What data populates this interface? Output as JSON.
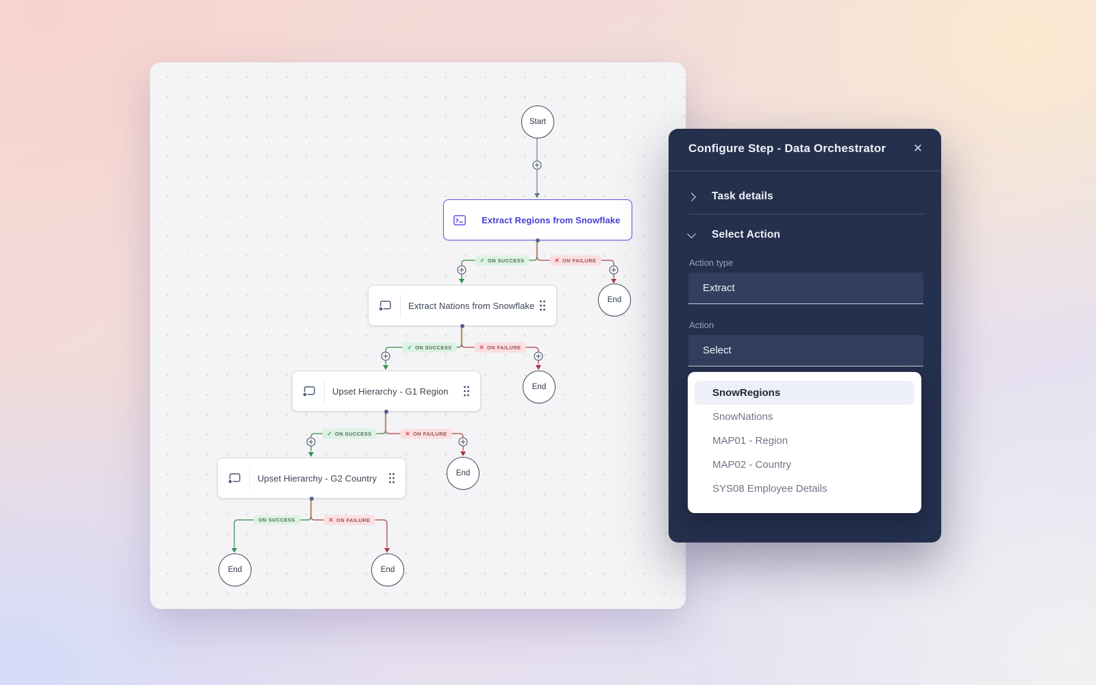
{
  "panel": {
    "title": "Configure Step - Data Orchestrator",
    "close_glyph": "✕",
    "sections": [
      {
        "label": "Task details",
        "state": "collapsed"
      },
      {
        "label": "Select Action",
        "state": "expanded"
      }
    ],
    "fields": [
      {
        "label": "Action type",
        "value": "Extract"
      },
      {
        "label": "Action",
        "value": "Select"
      }
    ],
    "dropdown": {
      "items": [
        "SnowRegions",
        "SnowNations",
        "MAP01 - Region",
        "MAP02 - Country",
        "SYS08 Employee Details"
      ],
      "selected": "SnowRegions"
    }
  },
  "canvas": {
    "start_label": "Start",
    "end_label": "End",
    "nodes": [
      {
        "label": "Extract Regions from Snowflake",
        "icon": "terminal-icon",
        "selected": true
      },
      {
        "label": "Extract Nations from Snowflake",
        "icon": "task-icon",
        "selected": false
      },
      {
        "label": "Upset Hierarchy - G1 Region",
        "icon": "task-icon",
        "selected": false
      },
      {
        "label": "Upset Hierarchy - G2 Country",
        "icon": "task-icon",
        "selected": false
      }
    ],
    "labels": {
      "on_success": "ON SUCCESS",
      "on_failure": "ON FAILURE",
      "check": "✓",
      "cross": "✕"
    }
  },
  "colors": {
    "accent_indigo": "#5a54e8",
    "success_green": "#2f9150",
    "failure_red": "#bc5c62",
    "trunk_tan": "#b29877",
    "panel_navy": "#25304d",
    "canvas_gray": "#f4f4f6"
  }
}
